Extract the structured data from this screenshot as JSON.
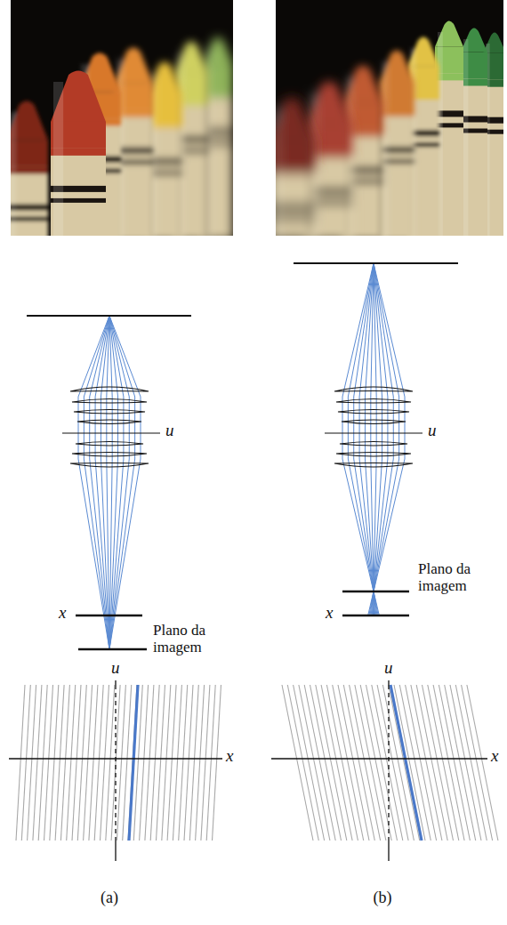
{
  "diagram": {
    "labels": [
      "u",
      "x",
      "Plano da imagem",
      "u",
      "x",
      "u",
      "Plano da imagem",
      "x",
      "u",
      "x",
      "(a)",
      "(b)"
    ]
  }
}
